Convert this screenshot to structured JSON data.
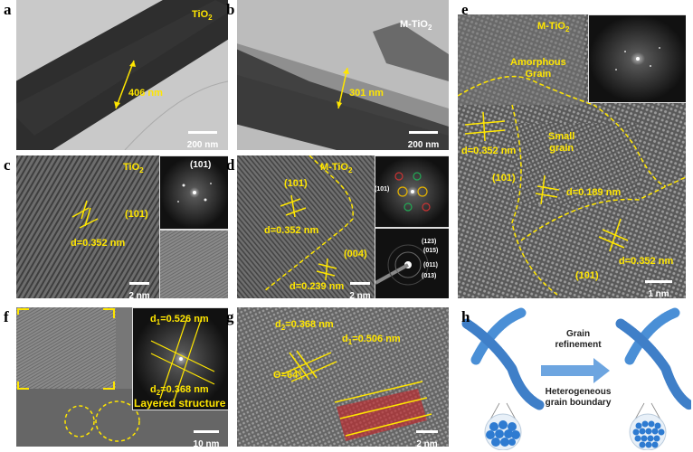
{
  "panels": {
    "a": {
      "label": "a",
      "sample": "TiO",
      "sample_sub": "2",
      "dimension": "406 nm",
      "scale": "200 nm"
    },
    "b": {
      "label": "b",
      "sample": "M-TiO",
      "sample_sub": "2",
      "dimension": "301 nm",
      "scale": "200 nm"
    },
    "c": {
      "label": "c",
      "sample": "TiO",
      "sample_sub": "2",
      "plane": "(101)",
      "inset_plane": "(101)",
      "spacing": "d=0.352 nm",
      "scale": "2 nm"
    },
    "d": {
      "label": "d",
      "sample": "M-TiO",
      "sample_sub": "2",
      "plane1": "(101)",
      "plane2": "(004)",
      "spacing1": "d=0.352 nm",
      "spacing2": "d=0.239 nm",
      "fft_label": "(101)",
      "saed": [
        "(123)",
        "(015)",
        "(011)",
        "(013)"
      ],
      "scale": "2 nm"
    },
    "e": {
      "label": "e",
      "sample": "M-TiO",
      "sample_sub": "2",
      "region1": "Amorphous",
      "region1b": "Grain",
      "region2": "Small",
      "region2b": "grain",
      "plane": "(101)",
      "spacing1": "d=0.352 nm",
      "spacing2": "d=0.189 nm",
      "spacing3": "d=0.352 nm",
      "plane_bottom": "(101)",
      "scale": "1 nm"
    },
    "f": {
      "label": "f",
      "d1_sym": "d",
      "d1_sub": "1",
      "d1_val": "=0.526 nm",
      "d2_sym": "d",
      "d2_sub": "2",
      "d2_val": "=0.368 nm",
      "caption": "Layered structure",
      "scale": "10 nm"
    },
    "g": {
      "label": "g",
      "d2_sym": "d",
      "d2_sub": "2",
      "d2_val": "=0.368 nm",
      "d1_sym": "d",
      "d1_sub": "1",
      "d1_val": "=0.506 nm",
      "angle": "Θ=64°",
      "scale": "2 nm"
    },
    "h": {
      "label": "h",
      "arrow_top1": "Grain",
      "arrow_top2": "refinement",
      "arrow_bot1": "Heterogeneous",
      "arrow_bot2": "grain boundary"
    }
  },
  "colors": {
    "annotation": "#ffe600",
    "bead": "#4a8fd6",
    "bead_dark": "#2c5f9e"
  }
}
